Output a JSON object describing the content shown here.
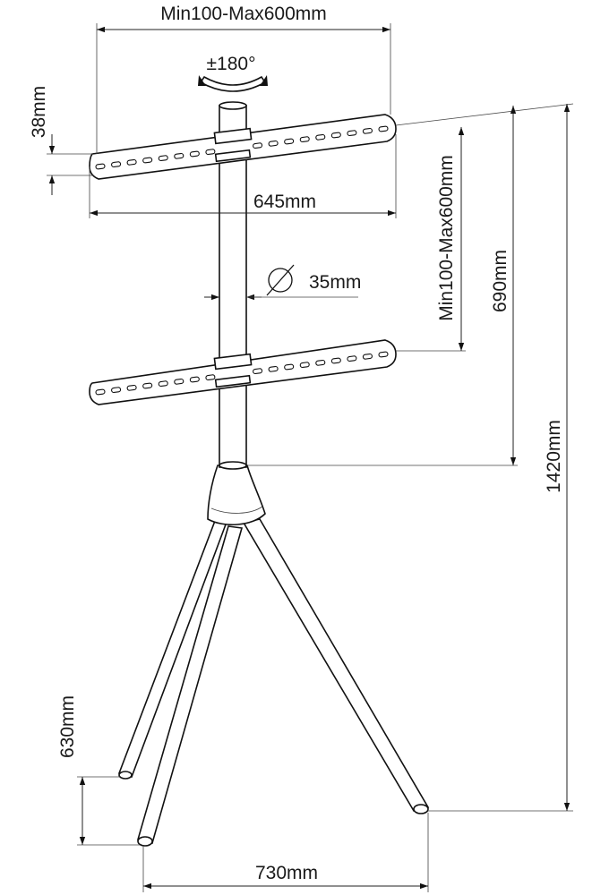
{
  "labels": {
    "width_range": "Min100-Max600mm",
    "rotation": "±180°",
    "bracket_height": "38mm",
    "bracket_width": "645mm",
    "pole_diameter": "35mm",
    "height_range": "Min100-Max600mm",
    "pole_height": "690mm",
    "total_height": "1420mm",
    "leg_spread_height": "630mm",
    "base_width": "730mm"
  },
  "icons": {
    "diameter": "diameter-symbol-icon",
    "rotation": "rotation-arrow-icon"
  },
  "colors": {
    "line": "#111111",
    "background": "#ffffff"
  }
}
